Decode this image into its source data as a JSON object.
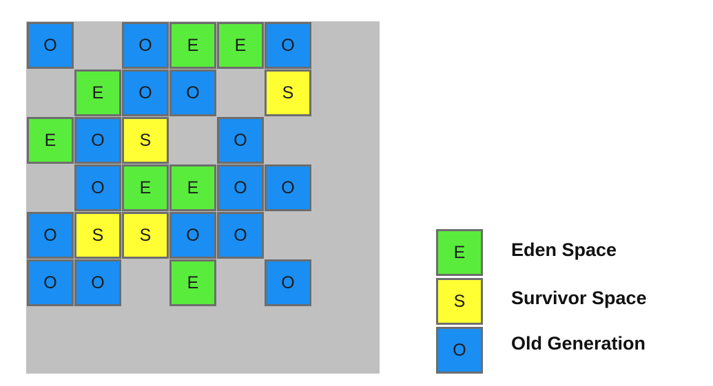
{
  "colors": {
    "background": "#c0c0c0",
    "border": "#6d6d6d",
    "eden": "#5aec3c",
    "survivor": "#ffff33",
    "old": "#1a8ef2"
  },
  "grid": {
    "rows": [
      [
        "O",
        "",
        "O",
        "E",
        "E",
        "O",
        ""
      ],
      [
        "",
        "E",
        "O",
        "O",
        "",
        "S",
        ""
      ],
      [
        "E",
        "O",
        "S",
        "",
        "O",
        "",
        ""
      ],
      [
        "",
        "O",
        "E",
        "E",
        "O",
        "O",
        ""
      ],
      [
        "O",
        "S",
        "S",
        "O",
        "O",
        "",
        ""
      ],
      [
        "O",
        "O",
        "",
        "E",
        "",
        "O",
        ""
      ],
      [
        "",
        "",
        "",
        "",
        "",
        "",
        ""
      ]
    ]
  },
  "legend": {
    "items": [
      {
        "letter": "E",
        "label": "Eden Space"
      },
      {
        "letter": "S",
        "label": "Survivor Space"
      },
      {
        "letter": "O",
        "label": "Old Generation"
      }
    ]
  }
}
